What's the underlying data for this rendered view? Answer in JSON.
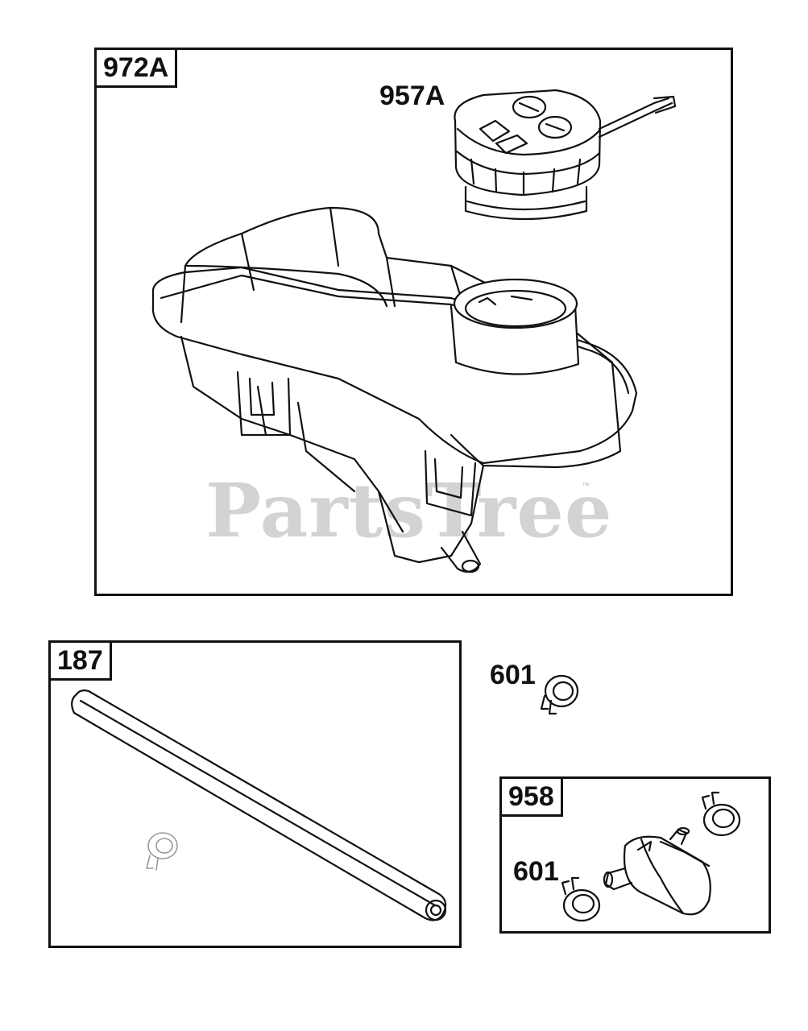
{
  "watermark": {
    "text": "PartsTree",
    "trademark": "™"
  },
  "panels": {
    "main": {
      "tag": "972A"
    },
    "hose": {
      "tag": "187"
    },
    "valve": {
      "tag": "958"
    }
  },
  "callouts": {
    "cap": "957A",
    "clamp_single": "601",
    "clamp_valve": "601"
  }
}
